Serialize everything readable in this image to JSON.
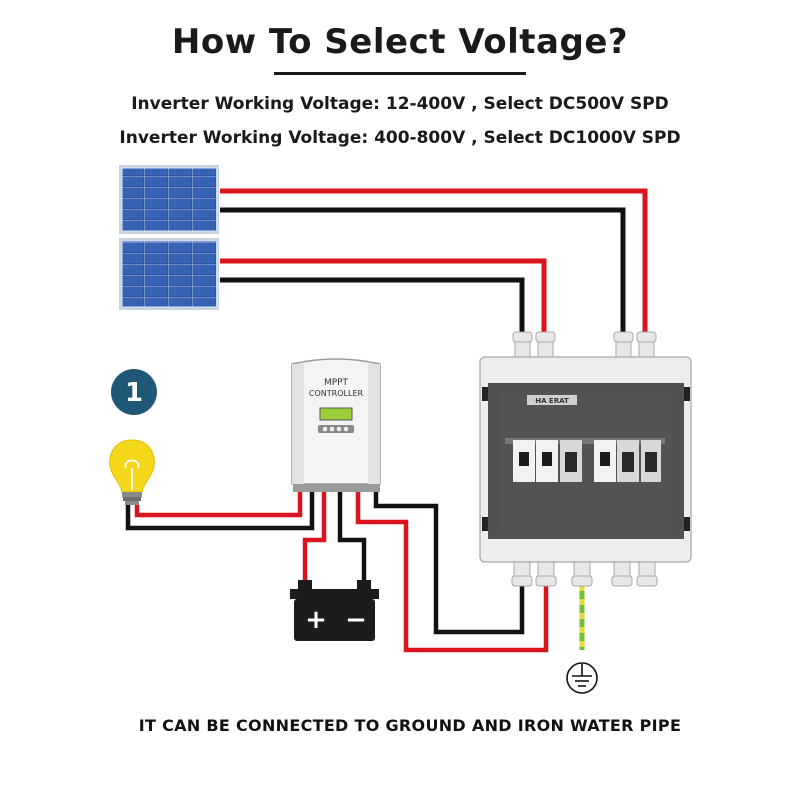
{
  "header": {
    "title": "How To Select Voltage?",
    "line1": "Inverter Working Voltage: 12-400V , Select DC500V SPD",
    "line2": "Inverter Working Voltage: 400-800V , Select DC1000V SPD"
  },
  "controller": {
    "label_line1": "MPPT",
    "label_line2": "CONTROLLER"
  },
  "step_badge": {
    "number": "1"
  },
  "box": {
    "label": "HA ERAT"
  },
  "battery": {
    "plus": "+",
    "minus": "−"
  },
  "footer": {
    "text": "IT CAN BE CONNECTED TO GROUND AND IRON WATER PIPE"
  },
  "colors": {
    "positive_wire": "#d9141d",
    "negative_wire": "#111111",
    "ground_wire": "#6fbf3a",
    "panel_blue": "#2b4f9e",
    "badge": "#1f5777",
    "bulb": "#f5d81c"
  },
  "icons": [
    "solar-panel-icon",
    "light-bulb-icon",
    "battery-icon",
    "ground-icon",
    "mppt-controller-icon",
    "combiner-box-icon"
  ]
}
